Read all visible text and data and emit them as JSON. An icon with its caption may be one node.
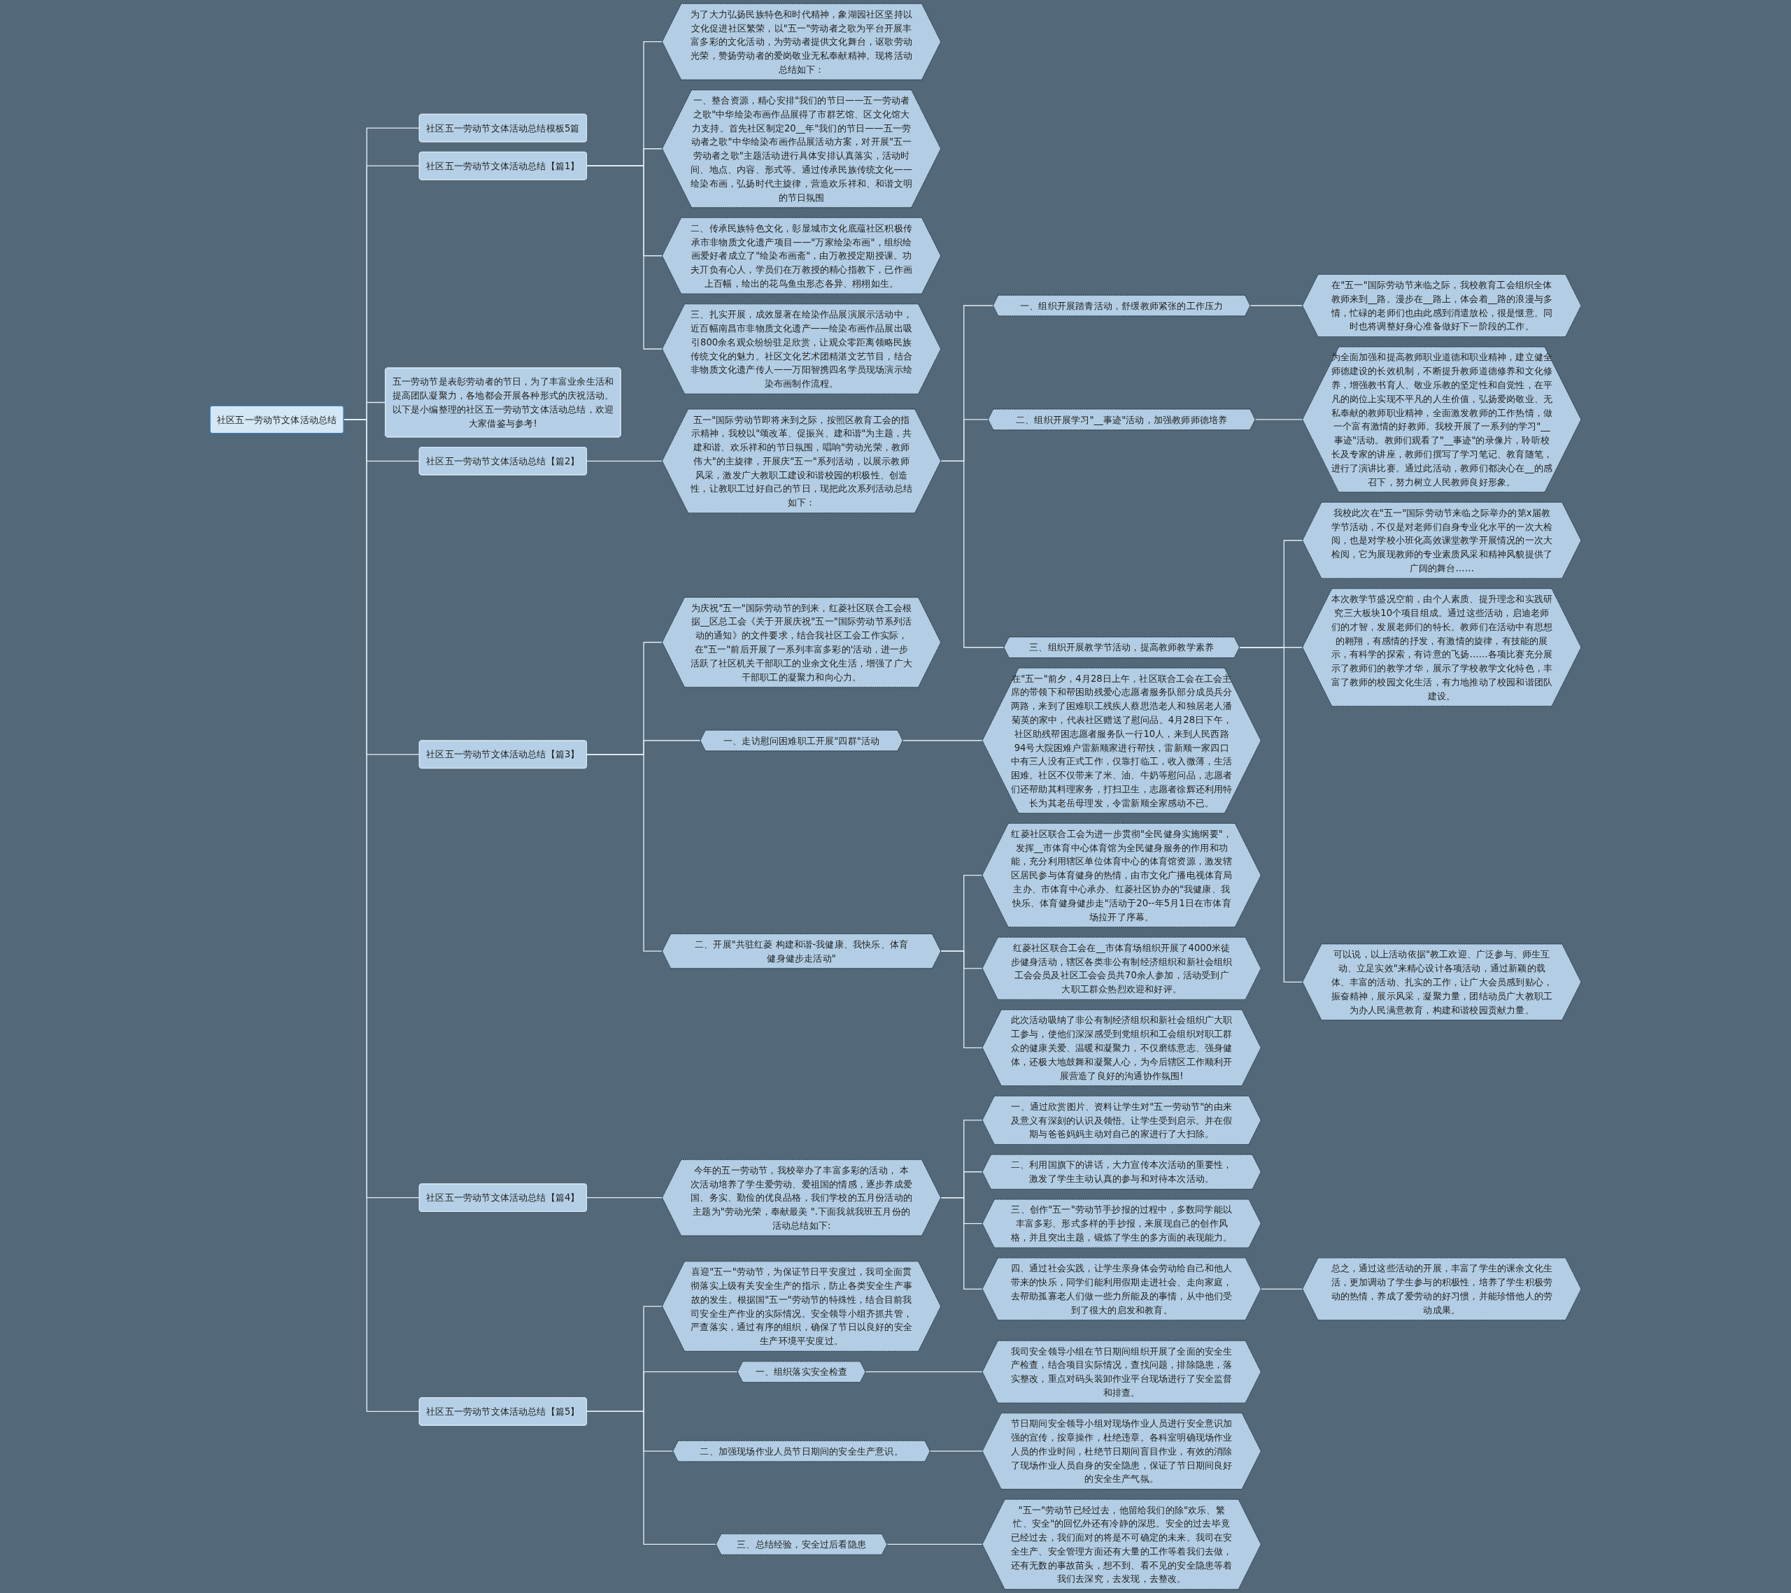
{
  "diagram": {
    "nodes": [
      {
        "text": [
          "社区五一劳动节文体活动总结"
        ]
      },
      {
        "text": [
          "社区五一劳动节文体活动总结模板5篇"
        ]
      },
      {
        "text": [
          "社区五一劳动节文体活动总结【篇1】"
        ]
      },
      {
        "text": [
          "为了大力弘扬民族特色和时代精神，象湖园社区坚持以文化促进社区繁荣，以\"五一\"劳动者之歌为平台开展丰富多彩的文化活动，为劳动者提供文化舞台，讴歌劳动光荣，赞扬劳动者的爱岗敬业无私奉献精神。现将活动总结如下："
        ]
      },
      {
        "text": [
          "一、整合资源，精心安排\"我们的节日——五一劳动者之歌\"中华绘染布画作品展得了市群艺馆、区文化馆大力支持。首先社区制定20__年\"我们的节日——五一劳动者之歌\"中华绘染布画作品展活动方案，对开展\"五一劳动者之歌\"主题活动进行具体安排认真落实，活动时间、地点、内容、形式等。通过传承民族传统文化——绘染布画，弘扬时代主旋律，营造欢乐祥和、和谐文明的节日氛围"
        ]
      },
      {
        "text": [
          "二、传承民族特色文化，彰显城市文化底蕴社区积极传承市非物质文化遗产项目——\"万家绘染布画\"，组织绘画爱好者成立了\"绘染布画斋\"，由万教授定期授课。功夫丌负有心人，学员们在万教授的精心指教下，已作画上百幅，绘出的花鸟鱼虫形态各异、栩栩如生。"
        ]
      },
      {
        "text": [
          "三、扎实开展，成效显著在绘染作品展演展示活动中，近百幅南昌市非物质文化遗产——绘染布画作品展出吸引800余名观众纷纷驻足欣赏，让观众零距离领略民族传统文化的魅力。社区文化艺术团精湛文艺节目，结合非物质文化遗产传人——万阳智携四名学员现场演示绘染布画制作流程。"
        ]
      },
      {
        "text": [
          "五一劳动节是表彰劳动者的节日，为了丰富业余生活和提高团队凝聚力，各地都会开展各种形式的庆祝活动。以下是小编整理的社区五一劳动节文体活动总结，欢迎大家借鉴与参考!"
        ]
      },
      {
        "text": [
          "社区五一劳动节文体活动总结【篇2】"
        ]
      },
      {
        "text": [
          "五一\"国际劳动节即将来到之际，按照区教育工会的指示精神，我校以\"颂改革、促振兴、建和谐\"为主题，共建和谐、欢乐祥和的节日氛围，唱响\"劳动光荣，教师伟大\"的主旋律，开展庆\"五一\"系列活动，以展示教师风采，激发广大教职工建设和谐校园的积极性、创造性，让教职工过好自己的节日，现把此次系列活动总结如下："
        ]
      },
      {
        "text": [
          "一、组织开展踏青活动，舒缓教师紧张的工作压力"
        ]
      },
      {
        "text": [
          "在\"五一\"国际劳动节来临之际，我校教育工会组织全体教师来到__路。漫步在__路上，体会着__路的浪漫与多情，忙碌的老师们也由此感到消遣放松，很是惬意。同时也将调整好身心准备做好下一阶段的工作。"
        ]
      },
      {
        "text": [
          "二、组织开展学习\"__事迹\"活动，加强教师师德培养"
        ]
      },
      {
        "text": [
          "为全面加强和提高教师职业道德和职业精神，建立健全师德建设的长效机制，不断提升教师道德修养和文化修养，增强教书育人、敬业乐教的坚定性和自觉性，在平凡的岗位上实现不平凡的人生价值，弘扬爱岗敬业、无私奉献的教师职业精神，全面激发教师的工作热情，做一个富有激情的好教师。我校开展了一系列的学习\"__事迹\"活动。教师们观看了\"__事迹\"的录像片，聆听校长及专家的讲座，教师们撰写了学习笔记、教育随笔，进行了演讲比赛。通过此活动，教师们都决心在__的感召下，努力树立人民教师良好形象。"
        ]
      },
      {
        "text": [
          "三、组织开展教学节活动，提高教师教学素养"
        ]
      },
      {
        "text": [
          "我校此次在\"五一\"国际劳动节来临之际举办的第x届教学节活动，不仅是对老师们自身专业化水平的一次大检阅，也是对学校小班化高效课堂教学开展情况的一次大检阅，它为展现教师的专业素质风采和精神风貌提供了广阔的舞台……"
        ]
      },
      {
        "text": [
          "本次教学节盛况空前，由个人素质、提升理念和实践研究三大板块10个项目组成。通过这些活动，启迪老师们的才智，发展老师们的特长。教师们在活动中有思想的翱翔，有感情的抒发，有激情的旋律，有技能的展示，有科学的探索，有诗意的飞扬……各项比赛充分展示了教师们的教学才华，展示了学校教学文化特色，丰富了教师的校园文化生活，有力地推动了校园和谐团队建设。"
        ]
      },
      {
        "text": [
          "可以说，以上活动依据\"教工欢迎、广泛参与、师生互动、立足实效\"来精心设计各项活动，通过新颖的载体、丰富的活动、扎实的工作，让广大会员感到贴心，振奋精神，展示风采，凝聚力量，团结动员广大教职工为办人民满意教育，构建和谐校园贡献力量。"
        ]
      },
      {
        "text": [
          "社区五一劳动节文体活动总结【篇3】"
        ]
      },
      {
        "text": [
          "为庆祝\"五一\"国际劳动节的到来，红菱社区联合工会根据__区总工会《关于开展庆祝\"五一\"国际劳动节系列活动的通知》的文件要求，结合我社区工会工作实际，在\"五一\"前后开展了一系列丰富多彩的'活动，进一步活跃了社区机关干部职工的业余文化生活，增强了广大干部职工的凝聚力和向心力。"
        ]
      },
      {
        "text": [
          "一、走访慰问困难职工开展\"四群\"活动"
        ]
      },
      {
        "text": [
          "在\"五一\"前夕，4月28日上午，社区联合工会在工会主席的带领下和帮困助残爱心志愿者服务队部分成员兵分两路，来到了困难职工残疾人蔡思浩老人和独居老人潘菊英的家中，代表社区赠送了慰问品。4月28日下午，社区助残帮困志愿者服务队一行10人，来到人民西路94号大院困难户雷新顺家进行帮扶，雷新顺一家四口中有三人没有正式工作，仅靠打临工，收入微薄，生活困难。社区不仅带来了米、油、牛奶等慰问品，志愿者们还帮助其料理家务，打扫卫生，志愿者徐辉还利用特长为其老岳母理发，令雷新顺全家感动不已。"
        ]
      },
      {
        "text": [
          "二、开展\"共驻红菱 构建和谐-我健康、我快乐、体育健身健步走活动\""
        ]
      },
      {
        "text": [
          "红菱社区联合工会为进一步贯彻\"全民健身实施纲要\"，发挥__市体育中心体育馆为全民健身服务的作用和功能，充分利用辖区单位体育中心的体育馆资源，激发辖区居民参与体育健身的热情，由市文化广播电视体育局主办、市体育中心承办、红菱社区协办的\"我健康、我快乐、体育健身健步走\"活动于20--年5月1日在市体育场拉开了序幕。"
        ]
      },
      {
        "text": [
          "红菱社区联合工会在__市体育场组织开展了4000米徒步健身活动，辖区各类非公有制经济组织和新社会组织工会会员及社区工会会员共70余人参加，活动受到广大职工群众热烈欢迎和好评。"
        ]
      },
      {
        "text": [
          "此次活动吸纳了非公有制经济组织和新社会组织广大职工参与，使他们深深感受到党组织和工会组织对职工群众的健康关爱、温暖和凝聚力，不仅磨练意志、强身健体，还极大地鼓舞和凝聚人心，为今后辖区工作顺利开展营造了良好的沟通协作氛围!"
        ]
      },
      {
        "text": [
          "社区五一劳动节文体活动总结【篇4】"
        ]
      },
      {
        "text": [
          "今年的五一劳动节，我校举办了丰富多彩的活动， 本次活动培养了学生爱劳动、爱祖国的情感，逐步养成爱国、务实、勤俭的优良品格，我们学校的五月份活动的主题为\"劳动光荣，奉献最美 \".下面我就我班五月份的活动总结如下:"
        ]
      },
      {
        "text": [
          "一、通过欣赏图片、资料让学生对\"五一劳动节\"的由来及意义有深刻的认识及领悟。让学生受到启示。并在假期与爸爸妈妈主动对自己的家进行了大扫除。"
        ]
      },
      {
        "text": [
          "二、利用国旗下的讲话，大力宣传本次活动的重要性，激发了学生主动认真的参与和对待本次活动。"
        ]
      },
      {
        "text": [
          "三、创作\"五一\"劳动节手抄报的过程中，多数同学能以丰富多彩、形式多样的手抄报，来展现自己的创作风格，并且突出主题，锻炼了学生的多方面的表现能力。"
        ]
      },
      {
        "text": [
          "四、通过社会实践，让学生亲身体会劳动给自己和他人带来的快乐，同学们能利用假期走进社会、走向家庭，去帮助孤寡老人们做一些力所能及的事情，从中他们受到了很大的启发和教育。"
        ]
      },
      {
        "text": [
          "总之，通过这些活动的开展，丰富了学生的课余文化生活，更加调动了学生参与的积极性，培养了学生积极劳动的热情，养成了爱劳动的好习惯，并能珍惜他人的劳动成果。"
        ]
      },
      {
        "text": [
          "社区五一劳动节文体活动总结【篇5】"
        ]
      },
      {
        "text": [
          "喜迎\"五一\"劳动节，为保证节日平安度过，我司全面贯彻落实上级有关安全生产的指示，防止各类安全生产事故的发生。根据国\"五一\"劳动节的特殊性，结合目前我司安全生产作业的实际情况。安全领导小组齐抓共管，严查落实，通过有序的组织，确保了节日以良好的安全生产环境平安度过。"
        ]
      },
      {
        "text": [
          "一、组织落实安全检查"
        ]
      },
      {
        "text": [
          "我司安全领导小组在节日期间组织开展了全面的安全生产检查，结合项目实际情况，查找问题，排除隐患，落实整改，重点对码头装卸作业平台现场进行了安全监督和排查。"
        ]
      },
      {
        "text": [
          "二、加强现场作业人员节日期间的安全生产意识。"
        ]
      },
      {
        "text": [
          "节日期间安全领导小组对现场作业人员进行安全意识加强的宣传，按章操作，杜绝违章。各科室明确现场作业人员的作业时间，杜绝节日期间盲目作业，有效的消除了现场作业人员自身的安全隐患，保证了节日期间良好的安全生产气氛。"
        ]
      },
      {
        "text": [
          "三、总结经验，安全过后看隐患"
        ]
      },
      {
        "text": [
          "\"五一\"劳动节已经过去，他留给我们的除\"欢乐、繁忙、安全\"的回忆外还有冷静的深思。安全的过去毕竟已经过去，我们面对的将是不可确定的未来。我司在安全生产、安全管理方面还有大量的工作等着我们去做，还有无数的事故苗头，想不到、看不见的安全隐患等着我们去深究，去发现，去整改。"
        ]
      }
    ],
    "edges": [
      {
        "from": 0,
        "to": 1,
        "arrow": "none"
      },
      {
        "from": 0,
        "to": 2,
        "arrow": "none"
      },
      {
        "from": 2,
        "to": 3,
        "arrow": "none"
      },
      {
        "from": 2,
        "to": 4,
        "arrow": "none"
      },
      {
        "from": 2,
        "to": 5,
        "arrow": "none"
      },
      {
        "from": 2,
        "to": 6,
        "arrow": "none"
      },
      {
        "from": 0,
        "to": 7,
        "arrow": "none"
      },
      {
        "from": 0,
        "to": 8,
        "arrow": "none"
      },
      {
        "from": 8,
        "to": 9,
        "arrow": "none"
      },
      {
        "from": 9,
        "to": 10,
        "arrow": "none"
      },
      {
        "from": 10,
        "to": 11,
        "arrow": "none"
      },
      {
        "from": 9,
        "to": 12,
        "arrow": "none"
      },
      {
        "from": 12,
        "to": 13,
        "arrow": "none"
      },
      {
        "from": 9,
        "to": 14,
        "arrow": "none"
      },
      {
        "from": 14,
        "to": 15,
        "arrow": "none"
      },
      {
        "from": 14,
        "to": 16,
        "arrow": "none"
      },
      {
        "from": 14,
        "to": 17,
        "arrow": "none"
      },
      {
        "from": 0,
        "to": 18,
        "arrow": "none"
      },
      {
        "from": 18,
        "to": 19,
        "arrow": "none"
      },
      {
        "from": 18,
        "to": 20,
        "arrow": "none"
      },
      {
        "from": 20,
        "to": 21,
        "arrow": "none"
      },
      {
        "from": 18,
        "to": 22,
        "arrow": "none"
      },
      {
        "from": 22,
        "to": 23,
        "arrow": "none"
      },
      {
        "from": 22,
        "to": 24,
        "arrow": "none"
      },
      {
        "from": 22,
        "to": 25,
        "arrow": "none"
      },
      {
        "from": 0,
        "to": 26,
        "arrow": "none"
      },
      {
        "from": 26,
        "to": 27,
        "arrow": "none"
      },
      {
        "from": 27,
        "to": 28,
        "arrow": "none"
      },
      {
        "from": 27,
        "to": 29,
        "arrow": "none"
      },
      {
        "from": 27,
        "to": 30,
        "arrow": "none"
      },
      {
        "from": 27,
        "to": 31,
        "arrow": "none"
      },
      {
        "from": 31,
        "to": 32,
        "arrow": "none"
      },
      {
        "from": 0,
        "to": 33,
        "arrow": "none"
      },
      {
        "from": 33,
        "to": 34,
        "arrow": "none"
      },
      {
        "from": 33,
        "to": 35,
        "arrow": "none"
      },
      {
        "from": 35,
        "to": 36,
        "arrow": "none"
      },
      {
        "from": 33,
        "to": 37,
        "arrow": "none"
      },
      {
        "from": 37,
        "to": 38,
        "arrow": "none"
      },
      {
        "from": 33,
        "to": 39,
        "arrow": "none"
      },
      {
        "from": 39,
        "to": 40,
        "arrow": "none"
      }
    ]
  }
}
